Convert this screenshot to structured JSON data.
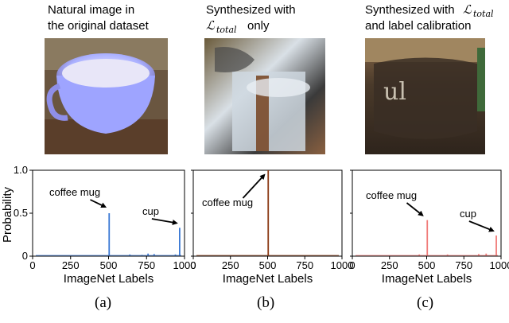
{
  "panels": [
    {
      "id": "a",
      "caption_lines": [
        "Natural image in",
        "the original dataset"
      ],
      "letter": "(a)"
    },
    {
      "id": "b",
      "caption_lines": [
        "Synthesized with",
        "only"
      ],
      "caption_math": "ℒ",
      "caption_sub": "total",
      "letter": "(b)"
    },
    {
      "id": "c",
      "caption_lines": [
        "Synthesized with",
        "and label calibration"
      ],
      "caption_math": "ℒ",
      "caption_sub": "total",
      "letter": "(c)"
    }
  ],
  "colors": {
    "a": "#3a78d4",
    "b": "#8b3a14",
    "c": "#f07a78"
  },
  "chart_data": [
    {
      "type": "bar",
      "panel": "a",
      "xlabel": "ImageNet Labels",
      "ylabel": "Probability",
      "xlim": [
        0,
        1000
      ],
      "ylim": [
        0,
        1.0
      ],
      "xticks": [
        "0",
        "250",
        "500",
        "750",
        "1000"
      ],
      "yticks": [
        "0",
        "0.5",
        "1.0"
      ],
      "bars": [
        {
          "x": 504,
          "y": 0.5
        },
        {
          "x": 968,
          "y": 0.33
        },
        {
          "x": 640,
          "y": 0.02
        },
        {
          "x": 720,
          "y": 0.015
        },
        {
          "x": 760,
          "y": 0.03
        },
        {
          "x": 800,
          "y": 0.025
        },
        {
          "x": 940,
          "y": 0.02
        }
      ],
      "annotations": [
        {
          "text": "coffee mug",
          "x": 504,
          "y": 0.5
        },
        {
          "text": "cup",
          "x": 968,
          "y": 0.33
        }
      ]
    },
    {
      "type": "bar",
      "panel": "b",
      "xlabel": "ImageNet Labels",
      "xlim": [
        0,
        1000
      ],
      "ylim": [
        0,
        1.0
      ],
      "xticks": [
        "0",
        "250",
        "500",
        "750",
        "1000"
      ],
      "bars": [
        {
          "x": 504,
          "y": 1.0
        }
      ],
      "annotations": [
        {
          "text": "coffee mug",
          "x": 504,
          "y": 1.0
        }
      ]
    },
    {
      "type": "bar",
      "panel": "c",
      "xlabel": "ImageNet Labels",
      "xlim": [
        0,
        1000
      ],
      "ylim": [
        0,
        1.0
      ],
      "xticks": [
        "0",
        "250",
        "500",
        "750",
        "1000"
      ],
      "bars": [
        {
          "x": 504,
          "y": 0.42
        },
        {
          "x": 968,
          "y": 0.24
        },
        {
          "x": 450,
          "y": 0.02
        },
        {
          "x": 640,
          "y": 0.02
        },
        {
          "x": 850,
          "y": 0.025
        },
        {
          "x": 900,
          "y": 0.03
        }
      ],
      "annotations": [
        {
          "text": "coffee mug",
          "x": 504,
          "y": 0.42
        },
        {
          "text": "cup",
          "x": 968,
          "y": 0.24
        }
      ]
    }
  ]
}
